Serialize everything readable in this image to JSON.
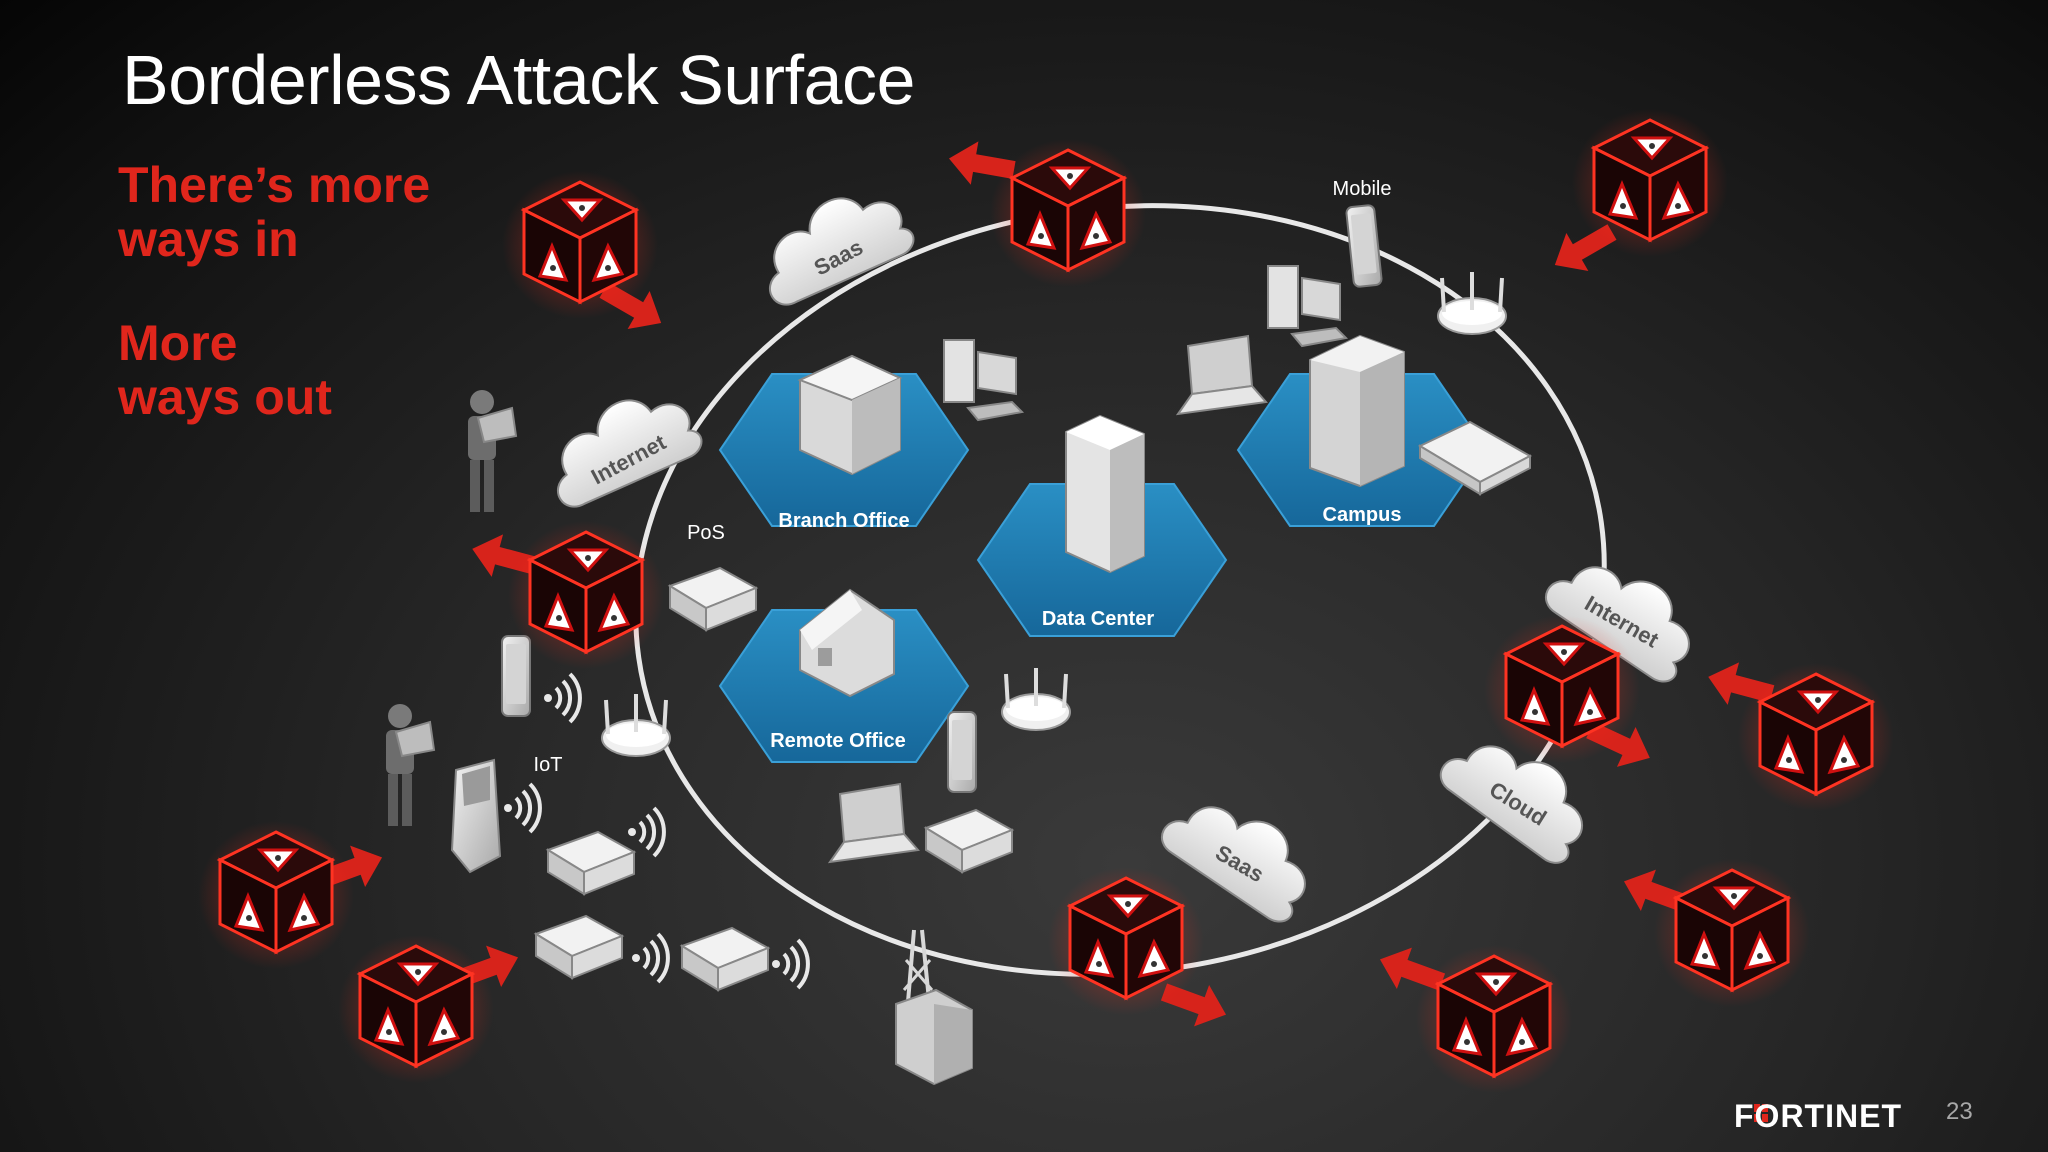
{
  "slide": {
    "title": "Borderless Attack Surface",
    "tagline_in_line1": "There’s more",
    "tagline_in_line2": "ways in",
    "tagline_out_line1": "More",
    "tagline_out_line2": "ways out",
    "page_number": "23"
  },
  "hexagons": {
    "branch_office": "Branch Office",
    "remote_office": "Remote Office",
    "data_center": "Data Center",
    "campus": "Campus"
  },
  "clouds": {
    "saas_top": "Saas",
    "internet_left": "Internet",
    "internet_right": "Internet",
    "cloud_right": "Cloud",
    "saas_bottom": "Saas"
  },
  "device_labels": {
    "mobile": "Mobile",
    "pos": "PoS",
    "iot": "IoT"
  },
  "brand": {
    "logo_text": "FORTINET",
    "accent_color": "#e0261c",
    "hex_color": "#1f7fb0",
    "threat_cube_icon": "biohazard-cube-icon"
  }
}
